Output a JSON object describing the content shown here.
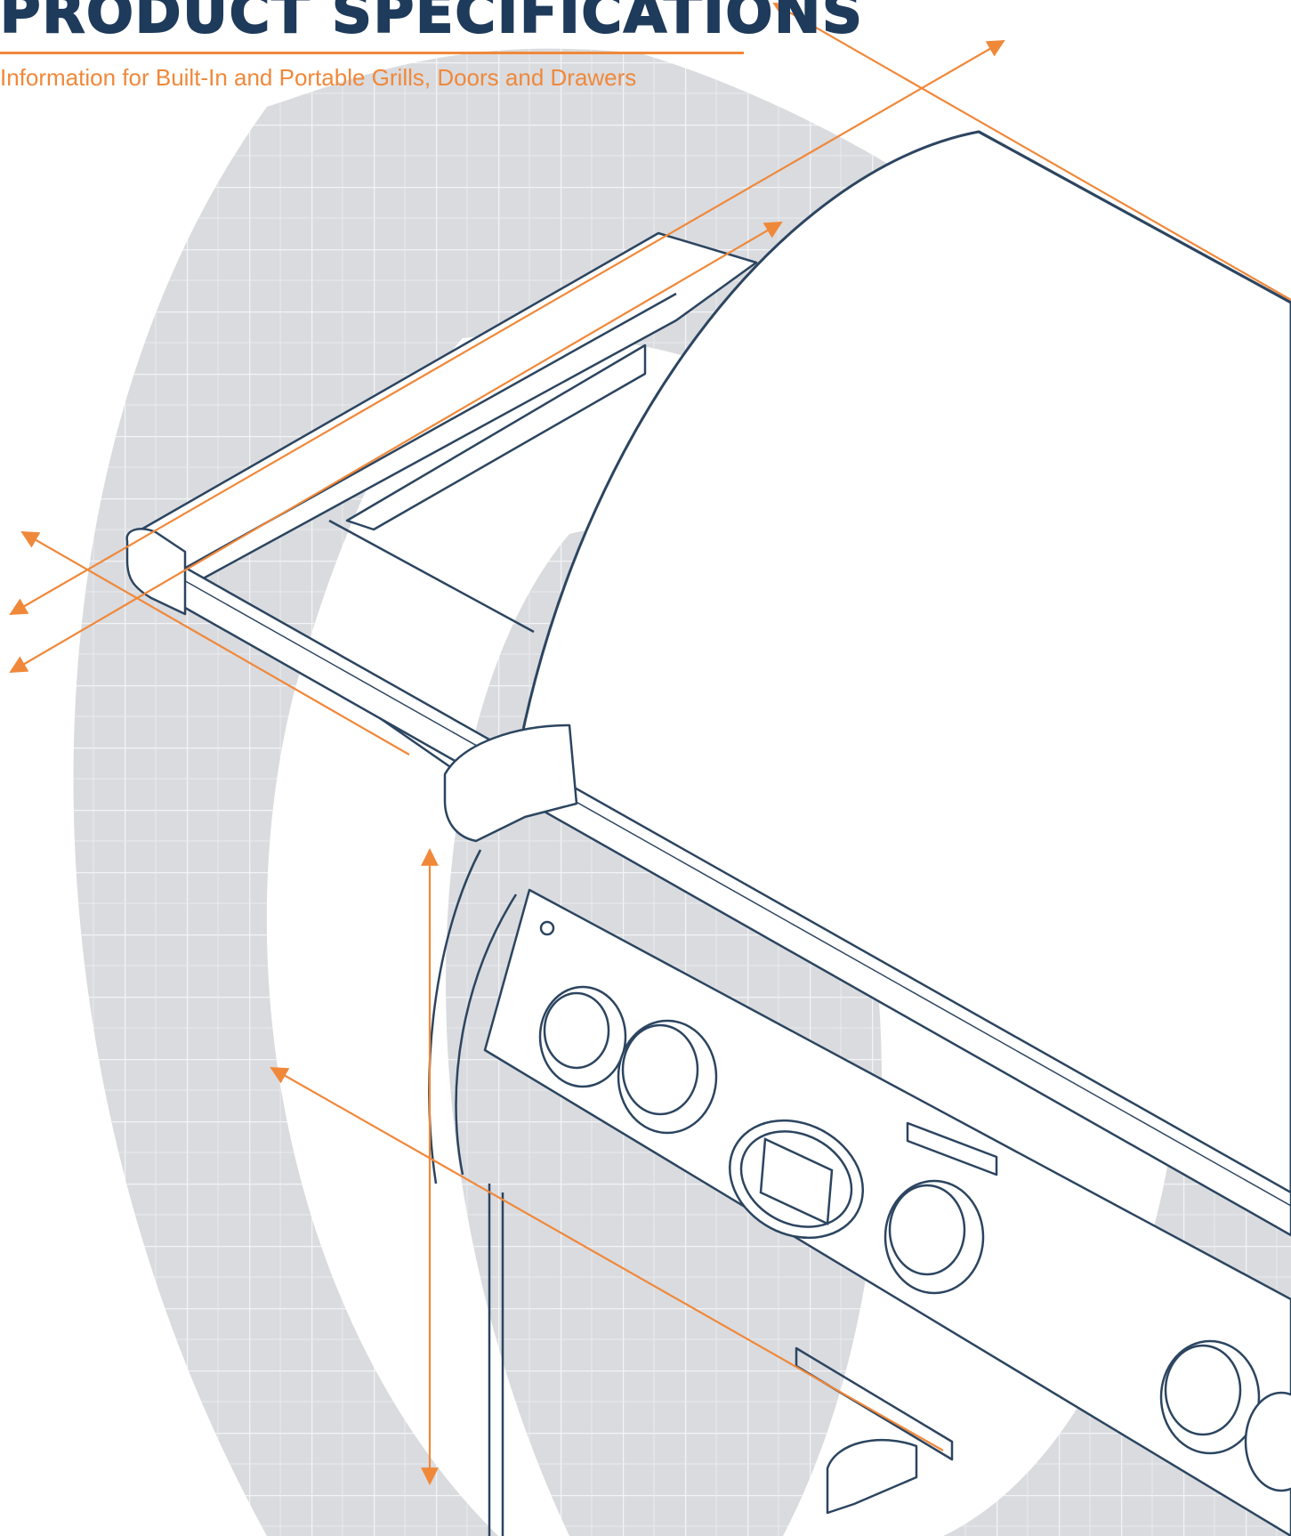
{
  "header": {
    "title": "PRODUCT SPECIFICATIONS",
    "subtitle": "Information for Built-In and Portable Grills, Doors and Drawers"
  },
  "colors": {
    "title": "#1f3b5b",
    "accent_orange": "#f0883a",
    "line_navy": "#2c4560",
    "watermark_gray": "#d9dbdf"
  },
  "illustration": {
    "subject": "grill-line-drawing",
    "icons": [
      "grill-lid-handle-icon",
      "control-knob-icon",
      "digital-display-icon",
      "dimension-arrow-icon"
    ]
  }
}
